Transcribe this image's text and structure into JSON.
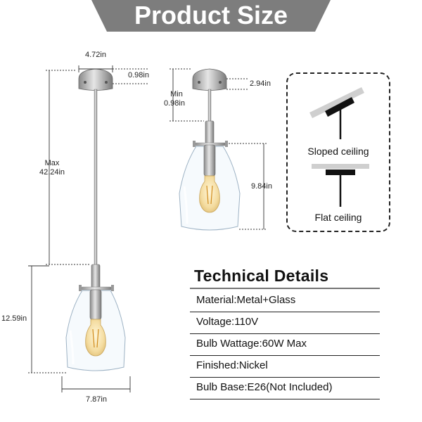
{
  "banner": {
    "title": "Product Size",
    "color": "#7d7d7d"
  },
  "dimensions": {
    "canopy_width": "4.72in",
    "canopy_height_left": "0.98in",
    "canopy_height_right": "2.94in",
    "min_label": "Min",
    "min_value": "0.98in",
    "max_label": "Max",
    "max_value": "42.24in",
    "shade_height_right": "9.84in",
    "shade_height_left": "12.59in",
    "shade_width": "7.87in"
  },
  "ceiling": {
    "sloped_label": "Sloped ceiling",
    "flat_label": "Flat ceiling"
  },
  "tech": {
    "title": "Technical Details",
    "rows": [
      "Material:Metal+Glass",
      "Voltage:110V",
      "Bulb Wattage:60W Max",
      "Finished:Nickel",
      "Bulb Base:E26(Not Included)"
    ]
  }
}
